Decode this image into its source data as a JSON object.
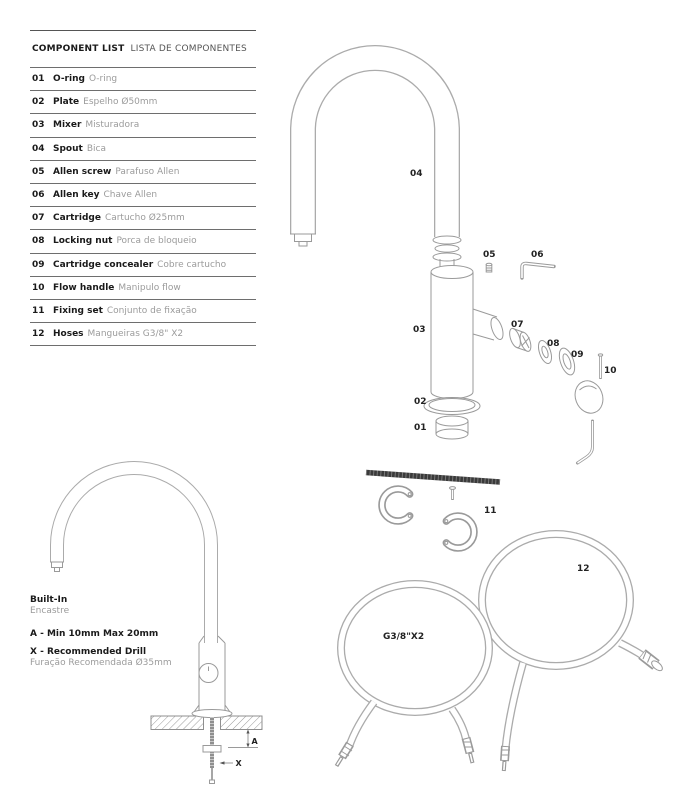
{
  "component_list": {
    "title_en": "COMPONENT LIST",
    "title_pt": "LISTA DE COMPONENTES",
    "items": [
      {
        "num": "01",
        "en": "O-ring",
        "pt": "O-ring"
      },
      {
        "num": "02",
        "en": "Plate",
        "pt": "Espelho Ø50mm"
      },
      {
        "num": "03",
        "en": "Mixer",
        "pt": "Misturadora"
      },
      {
        "num": "04",
        "en": "Spout",
        "pt": "Bica"
      },
      {
        "num": "05",
        "en": "Allen screw",
        "pt": "Parafuso Allen"
      },
      {
        "num": "06",
        "en": "Allen key",
        "pt": "Chave Allen"
      },
      {
        "num": "07",
        "en": "Cartridge",
        "pt": "Cartucho Ø25mm"
      },
      {
        "num": "08",
        "en": "Locking nut",
        "pt": "Porca de bloqueio"
      },
      {
        "num": "09",
        "en": "Cartridge concealer",
        "pt": "Cobre cartucho"
      },
      {
        "num": "10",
        "en": "Flow handle",
        "pt": "Manipulo flow"
      },
      {
        "num": "11",
        "en": "Fixing set",
        "pt": "Conjunto de fixação"
      },
      {
        "num": "12",
        "en": "Hoses",
        "pt": "Mangueiras G3/8\" X2"
      }
    ]
  },
  "exploded_view": {
    "callouts": {
      "01": "01",
      "02": "02",
      "03": "03",
      "04": "04",
      "05": "05",
      "06": "06",
      "07": "07",
      "08": "08",
      "09": "09",
      "10": "10",
      "11": "11",
      "12": "12",
      "hose_size": "G3/8\"X2"
    }
  },
  "built_in": {
    "title_en": "Built-In",
    "title_pt": "Encastre",
    "note_a": "A - Min 10mm Max 20mm",
    "note_x_en": "X - Recommended Drill",
    "note_x_pt": "Furação Recomendada Ø35mm",
    "dim_a": "A",
    "dim_x": "X"
  },
  "colors": {
    "outline": "#ababab",
    "detail": "#9a9a9a",
    "dark_part": "#3a3a3a",
    "text": "#1a1a1a",
    "muted": "#9b9b9b"
  }
}
